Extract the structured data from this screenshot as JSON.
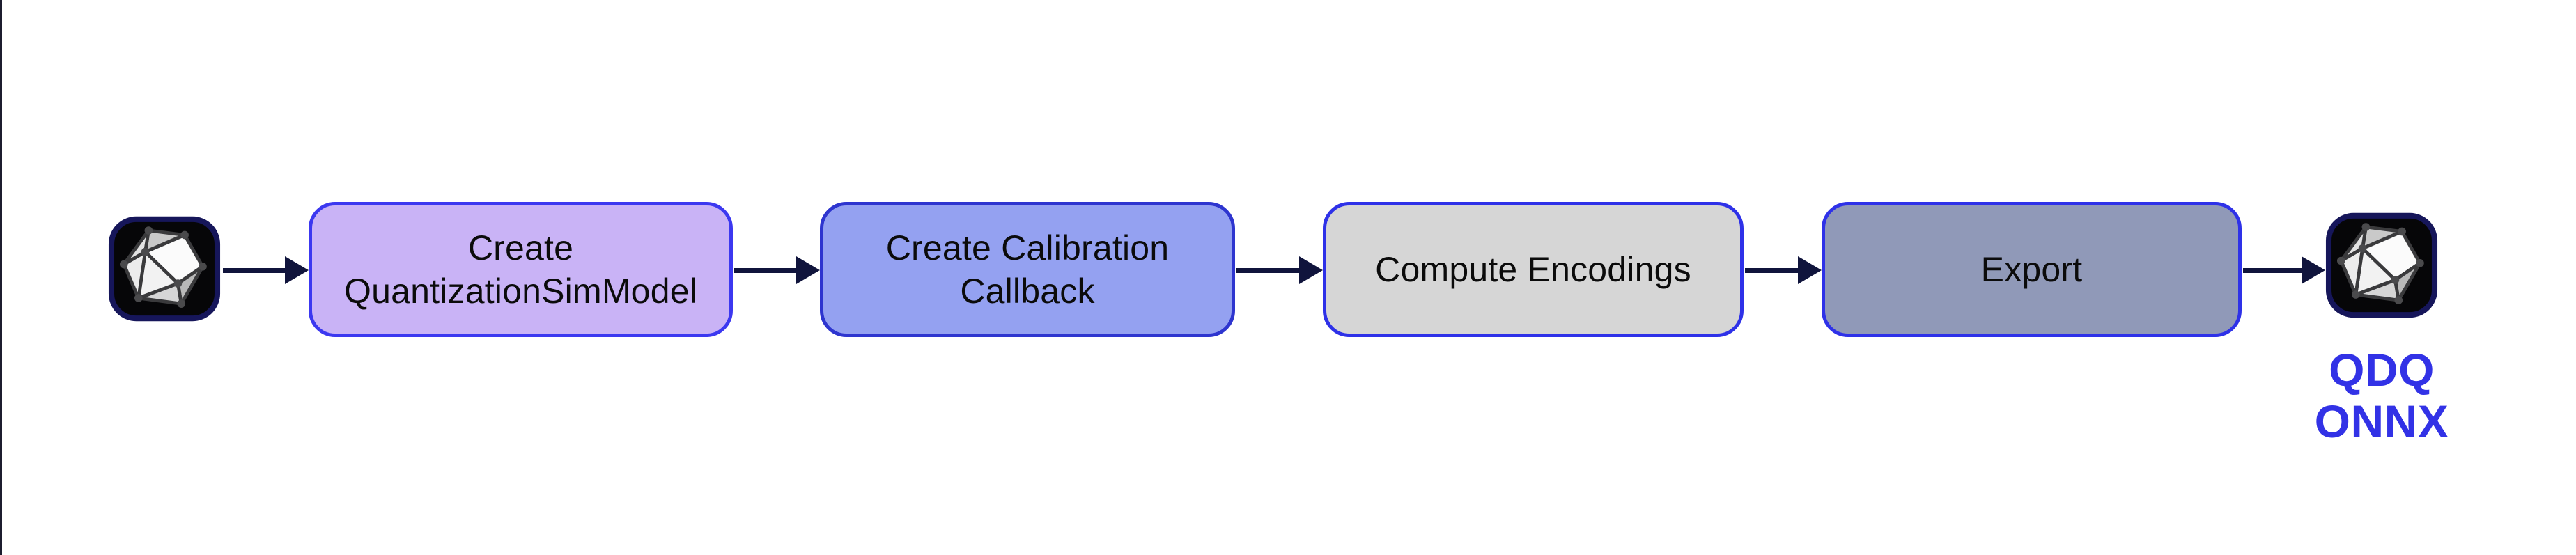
{
  "flow": {
    "source": {
      "icon": "onnx-model-icon"
    },
    "steps": [
      {
        "label": "Create\nQuantizationSimModel",
        "fill": "#c9b3f6",
        "border": "#3c38f0"
      },
      {
        "label": "Create Calibration\nCallback",
        "fill": "#94a1f1",
        "border": "#2e35cf"
      },
      {
        "label": "Compute Encodings",
        "fill": "#d6d6d6",
        "border": "#2e31e8"
      },
      {
        "label": "Export",
        "fill": "#9099b8",
        "border": "#2e31e8"
      }
    ],
    "output": {
      "icon": "onnx-model-icon",
      "label": "QDQ\nONNX",
      "label_color": "#3232e6"
    },
    "arrow_color": "#10143c",
    "text_color": "#0b0b0b"
  }
}
